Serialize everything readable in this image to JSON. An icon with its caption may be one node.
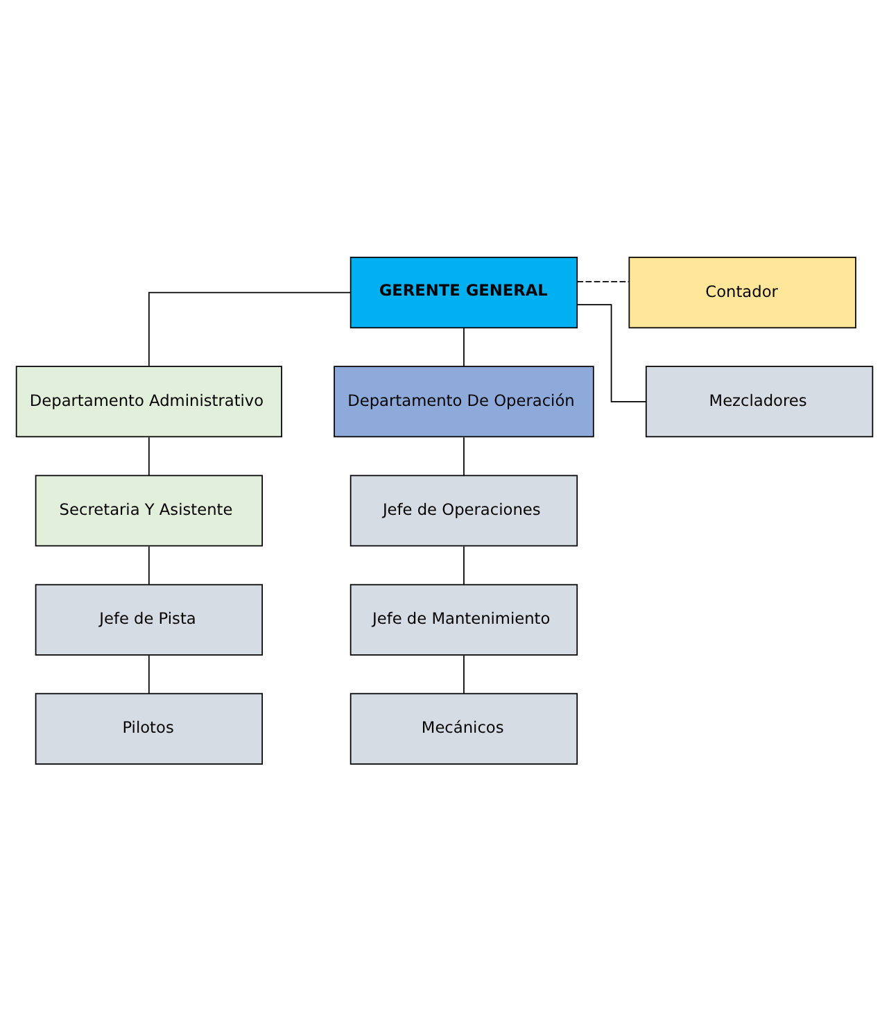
{
  "diagram": {
    "nodes": [
      {
        "text": [
          "GERENTE GENERAL"
        ]
      },
      {
        "text": [
          "Contador"
        ]
      },
      {
        "text": [
          "Departamento Administrativo"
        ]
      },
      {
        "text": [
          "Departamento De Operación"
        ]
      },
      {
        "text": [
          "Secretaria Y Asistente"
        ]
      },
      {
        "text": [
          "Jefe de Operaciones"
        ]
      },
      {
        "text": [
          "Jefe de Pista"
        ]
      },
      {
        "text": [
          "Jefe de Mantenimiento"
        ]
      },
      {
        "text": [
          "Pilotos"
        ]
      },
      {
        "text": [
          "Mecánicos"
        ]
      },
      {
        "text": [
          "Mezcladores"
        ]
      }
    ],
    "edges": [
      {
        "from": 0,
        "to": 1,
        "arrow": "none",
        "style": "dashed"
      },
      {
        "from": 0,
        "to": 2,
        "arrow": "none"
      },
      {
        "from": 0,
        "to": 3,
        "arrow": "none"
      },
      {
        "from": 0,
        "to": 10,
        "arrow": "none"
      },
      {
        "from": 2,
        "to": 4,
        "arrow": "none"
      },
      {
        "from": 4,
        "to": 6,
        "arrow": "none"
      },
      {
        "from": 6,
        "to": 8,
        "arrow": "none"
      },
      {
        "from": 3,
        "to": 5,
        "arrow": "none"
      },
      {
        "from": 5,
        "to": 7,
        "arrow": "none"
      },
      {
        "from": 7,
        "to": 9,
        "arrow": "none"
      }
    ]
  }
}
